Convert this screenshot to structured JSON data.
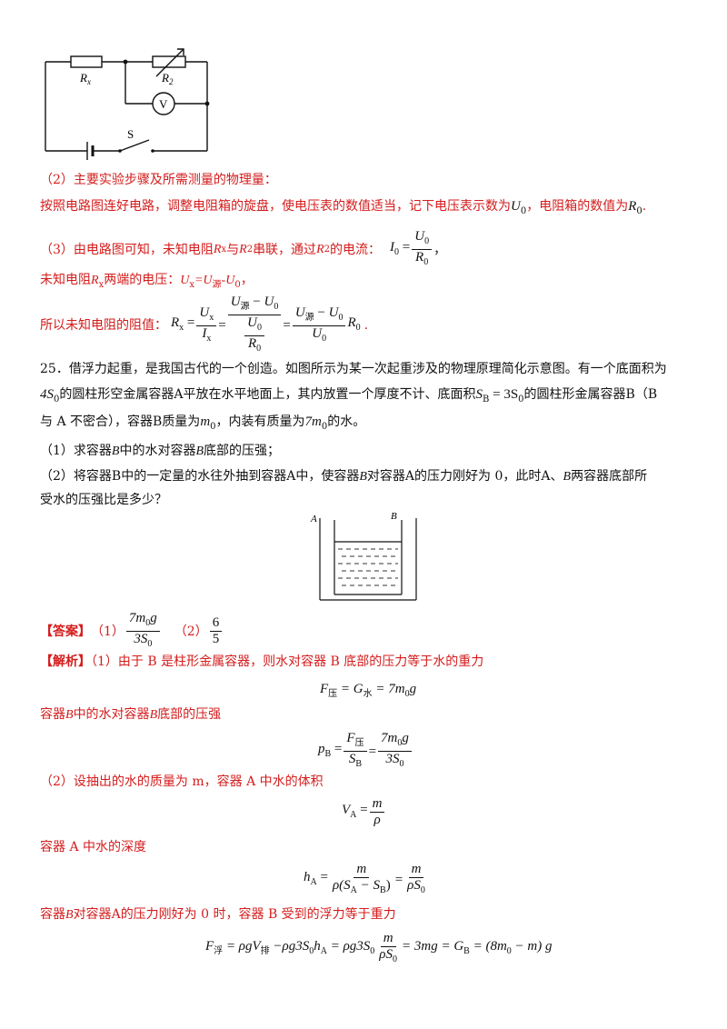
{
  "circuit": {
    "rx_label": "R",
    "rx_sub": "x",
    "r2_label": "R",
    "r2_sub": "2",
    "voltmeter_label": "V",
    "switch_label": "S"
  },
  "part2": {
    "heading": "（2）主要实验步骤及所需测量的物理量：",
    "line1": "按照电路图连好电路，调整电阻箱的旋盘，使电压表的数值适当，记下电压表示数为",
    "u0": "U",
    "u0_sub": "0",
    "mid": "，电阻箱的数值为",
    "r0": "R",
    "r0_sub": "0",
    "end": "."
  },
  "part3": {
    "line1_pre": "（3）由电路图可知，未知电阻",
    "rx": "R",
    "rx_sub": "x",
    "line1_mid": "与",
    "r2": "R",
    "r2_sub": "2",
    "line1_mid2": "串联，通过",
    "line1_mid3": "的电流：",
    "i0_lhs": "I",
    "i0_sub": "0",
    "i0_num": "U",
    "i0_num_sub": "0",
    "i0_den": "R",
    "i0_den_sub": "0",
    "comma": "，",
    "line2_pre": "未知电阻",
    "line2_mid": "两端的电压：",
    "line2_eq": "U",
    "line2_eq_sub": "x",
    "line2_eq_rest": "=U",
    "line2_eq_sub2": "源",
    "line2_eq_tail": "-U",
    "line2_eq_tail_sub": "0",
    "line2_end": "，",
    "line3_pre": "所以未知电阻的阻值：",
    "line3_end": "."
  },
  "q25": {
    "line1": "25．借浮力起重，是我国古代的一个创造。如图所示为某一次起重涉及的物理原理简化示意图。有一个底面积为",
    "line2_a": "4S",
    "line2_a_sub": "0",
    "line2_b": "的圆柱形空金属容器",
    "line2_c": "A",
    "line2_d": "平放在水平地面上，其内放置一个厚度不计、底面积",
    "line2_e": "S",
    "line2_e_sub": "B",
    "line2_f": " = 3S",
    "line2_f_sub": "0",
    "line2_g": "的圆柱形金属容器",
    "line2_h": "B（B",
    "line3_a": "与 A 不密合），容器",
    "line3_b": "B",
    "line3_c": "质量为",
    "line3_d": "m",
    "line3_d_sub": "0",
    "line3_e": "，内装有质量为",
    "line3_f": "7m",
    "line3_f_sub": "0",
    "line3_g": "的水。",
    "sub1": "（1）求容器",
    "sub1_b": "B",
    "sub1_c": "中的水对容器",
    "sub1_d": "B",
    "sub1_e": "底部的压强；",
    "sub2_a": "（2）将容器",
    "sub2_b": "B",
    "sub2_c": "中的一定量的水往外抽到容器",
    "sub2_d": "A",
    "sub2_e": "中，使容器",
    "sub2_f": "B",
    "sub2_g": "对容器",
    "sub2_h": "A",
    "sub2_i": "的压力刚好为 0，此时",
    "sub2_j": "A",
    "sub2_k": "、",
    "sub2_l": "B",
    "sub2_m": "两容器底部所",
    "sub2_line2": "受水的压强比是多少？"
  },
  "figure": {
    "label_a": "A",
    "label_b": "B"
  },
  "answer": {
    "tag": "【答案】",
    "p1": "（1）",
    "f1_num": "7m",
    "f1_num_sub": "0",
    "f1_num_g": "g",
    "f1_den": "3S",
    "f1_den_sub": "0",
    "p2": "（2）",
    "f2_num": "6",
    "f2_den": "5"
  },
  "analysis": {
    "tag": "【解析】",
    "l1": "（1）由于 B 是柱形金属容器，则水对容器 B 底部的压力等于水的重力",
    "eq1_lhs": "F",
    "eq1_lhs_sub": "压",
    "eq1_rest": " = G",
    "eq1_rest_sub": "水",
    "eq1_tail": " = 7m",
    "eq1_tail_sub": "0",
    "eq1_g": "g",
    "l2_a": "容器",
    "l2_b": "B",
    "l2_c": "中的水对容器",
    "l2_d": "B",
    "l2_e": "底部的压强",
    "eq2_lhs": "p",
    "eq2_lhs_sub": "B",
    "eq2_f1_num": "F",
    "eq2_f1_num_sub": "压",
    "eq2_f1_den": "S",
    "eq2_f1_den_sub": "B",
    "eq2_f2_num": "7m",
    "eq2_f2_num_sub": "0",
    "eq2_f2_num_g": "g",
    "eq2_f2_den": "3S",
    "eq2_f2_den_sub": "0",
    "l3": "（2）设抽出的水的质量为 m，容器 A 中水的体积",
    "eq3_lhs": "V",
    "eq3_lhs_sub": "A",
    "eq3_num": "m",
    "eq3_den": "ρ",
    "l4": "容器 A 中水的深度",
    "eq4_lhs": "h",
    "eq4_lhs_sub": "A",
    "eq4_f1_num": "m",
    "eq4_f1_den": "ρ(S",
    "eq4_f1_den_sub1": "A",
    "eq4_f1_den_mid": " − S",
    "eq4_f1_den_sub2": "B",
    "eq4_f1_den_end": ")",
    "eq4_f2_num": "m",
    "eq4_f2_den": "ρS",
    "eq4_f2_den_sub": "0",
    "l5_a": "容器",
    "l5_b": "B",
    "l5_c": "对容器",
    "l5_d": "A",
    "l5_e": "的压力刚好为 0 时，容器 B 受到的浮力等于重力",
    "eq5_lhs": "F",
    "eq5_lhs_sub": "浮",
    "eq5_p1": " = ρgV",
    "eq5_p1_sub": "排",
    "eq5_p2": " −ρg3S",
    "eq5_p2_sub": "0",
    "eq5_p3": "h",
    "eq5_p3_sub": "A",
    "eq5_p4": " = ρg3S",
    "eq5_p4_sub": "0",
    "eq5_fnum": "m",
    "eq5_fden": "ρS",
    "eq5_fden_sub": "0",
    "eq5_p5": " = 3mg = G",
    "eq5_p5_sub": "B",
    "eq5_p6": " = (8m",
    "eq5_p6_sub": "0",
    "eq5_p7": " − m) g"
  }
}
